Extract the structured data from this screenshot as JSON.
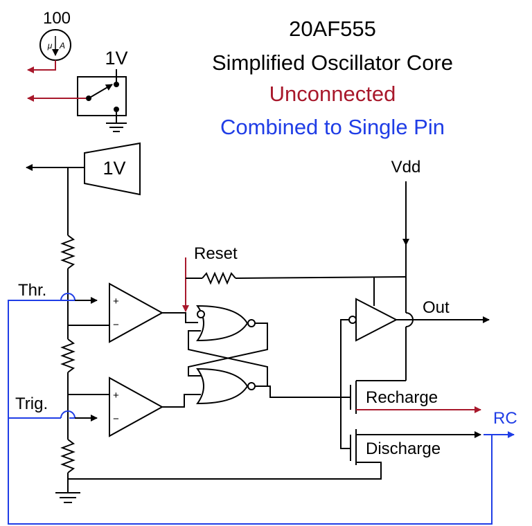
{
  "title": {
    "line1": "20AF555",
    "line2": "Simplified Oscillator Core"
  },
  "legend": {
    "unconnected": "Unconnected",
    "combined": "Combined to Single Pin"
  },
  "labels": {
    "meter_value": "100",
    "meter_unit_mu": "μ",
    "meter_unit_a": "A",
    "switch_voltage": "1V",
    "reference_voltage": "1V",
    "vdd": "Vdd",
    "reset": "Reset",
    "threshold": "Thr.",
    "trigger": "Trig.",
    "out": "Out",
    "recharge": "Recharge",
    "discharge": "Discharge",
    "rc": "RC",
    "plus_top": "+",
    "minus_top": "−",
    "plus_bottom": "+",
    "minus_bottom": "−"
  },
  "colors": {
    "unconnected": "#a8182b",
    "combined": "#1f3de6",
    "wire": "#000000"
  }
}
